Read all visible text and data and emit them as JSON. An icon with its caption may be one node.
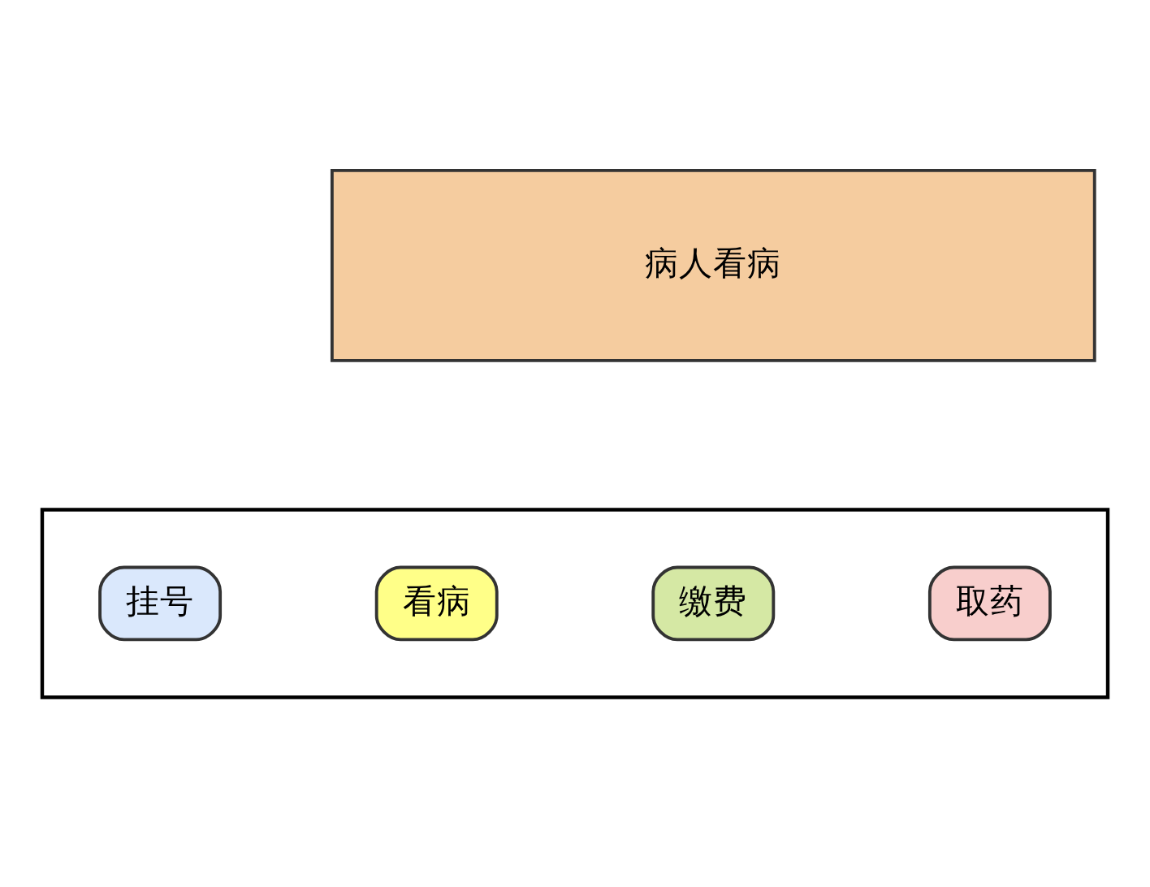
{
  "diagram": {
    "nodes": [
      {
        "text": [
          "病人看病"
        ]
      },
      {
        "text": [],
        "shape": "box"
      },
      {
        "text": [
          "挂号"
        ],
        "in": 1
      },
      {
        "text": [
          "看病"
        ],
        "in": 1
      },
      {
        "text": [
          "缴费"
        ],
        "in": 1
      },
      {
        "text": [
          "取药"
        ],
        "in": 1
      }
    ],
    "edges": []
  }
}
